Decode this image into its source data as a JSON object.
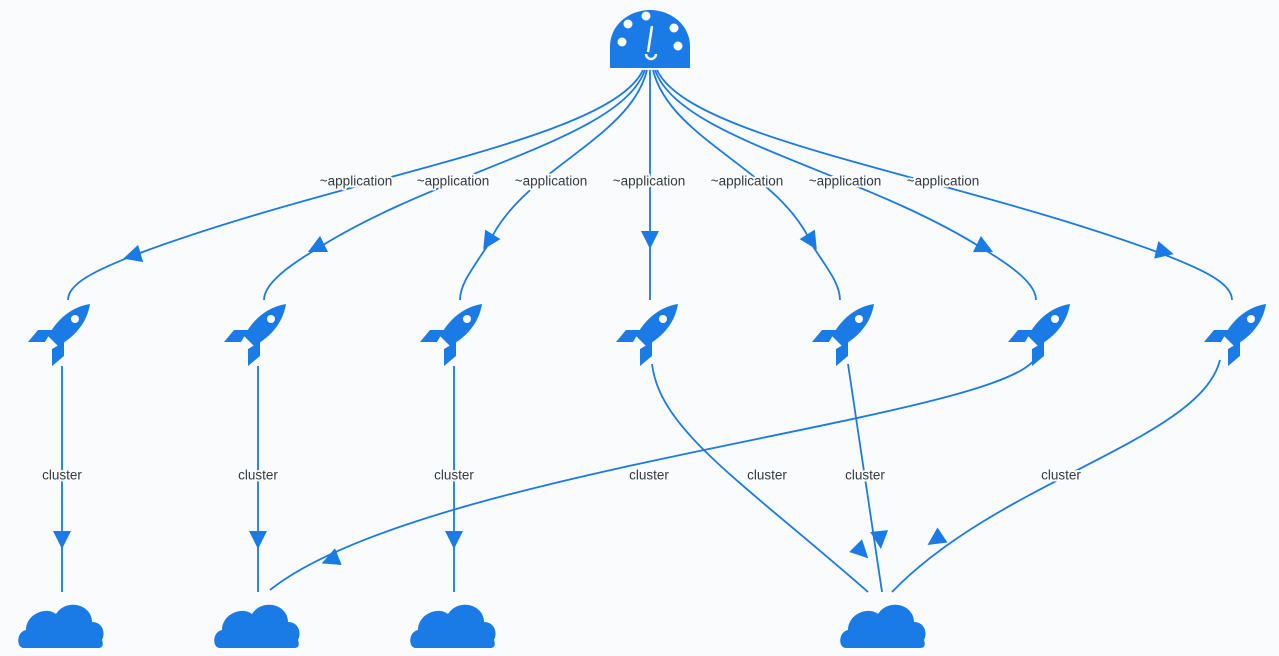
{
  "graph": {
    "accent_color": "#1a7ae6",
    "root": {
      "icon": "dashboard-gauge-icon"
    },
    "applications": [
      {
        "id": "app-1",
        "icon": "rocket-icon"
      },
      {
        "id": "app-2",
        "icon": "rocket-icon"
      },
      {
        "id": "app-3",
        "icon": "rocket-icon"
      },
      {
        "id": "app-4",
        "icon": "rocket-icon"
      },
      {
        "id": "app-5",
        "icon": "rocket-icon"
      },
      {
        "id": "app-6",
        "icon": "rocket-icon"
      },
      {
        "id": "app-7",
        "icon": "rocket-icon"
      }
    ],
    "clusters": [
      {
        "id": "cluster-1",
        "icon": "cloud-icon"
      },
      {
        "id": "cluster-2",
        "icon": "cloud-icon"
      },
      {
        "id": "cluster-3",
        "icon": "cloud-icon"
      },
      {
        "id": "cluster-4",
        "icon": "cloud-icon"
      }
    ],
    "application_edges": [
      {
        "label": "~application",
        "target": "app-1"
      },
      {
        "label": "~application",
        "target": "app-2"
      },
      {
        "label": "~application",
        "target": "app-3"
      },
      {
        "label": "~application",
        "target": "app-4"
      },
      {
        "label": "~application",
        "target": "app-5"
      },
      {
        "label": "~application",
        "target": "app-6"
      },
      {
        "label": "~application",
        "target": "app-7"
      }
    ],
    "cluster_edges": [
      {
        "label": "cluster",
        "source": "app-1",
        "target": "cluster-1"
      },
      {
        "label": "cluster",
        "source": "app-2",
        "target": "cluster-2"
      },
      {
        "label": "cluster",
        "source": "app-3",
        "target": "cluster-3"
      },
      {
        "label": "cluster",
        "source": "app-4",
        "target": "cluster-4"
      },
      {
        "label": "cluster",
        "source": "app-5",
        "target": "cluster-4"
      },
      {
        "label": "cluster",
        "source": "app-6",
        "target": "cluster-2"
      },
      {
        "label": "cluster",
        "source": "app-7",
        "target": "cluster-4"
      }
    ]
  }
}
